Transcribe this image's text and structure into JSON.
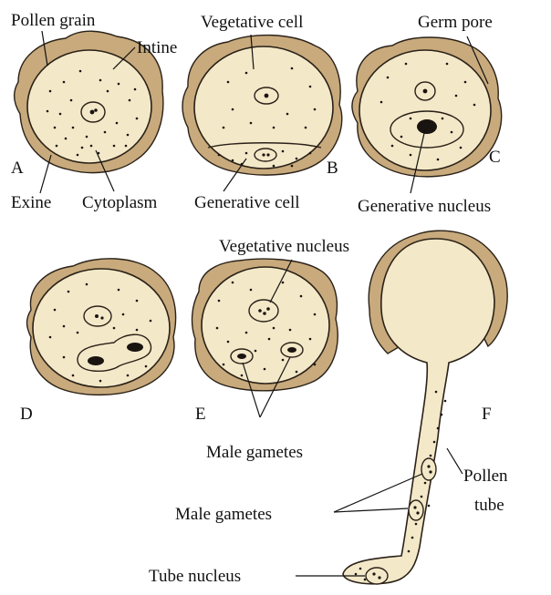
{
  "labels": {
    "pollen_grain": "Pollen grain",
    "intine": "Intine",
    "vegetative_cell": "Vegetative cell",
    "germ_pore": "Germ pore",
    "exine": "Exine",
    "cytoplasm": "Cytoplasm",
    "generative_cell": "Generative cell",
    "generative_nucleus": "Generative nucleus",
    "vegetative_nucleus": "Vegetative nucleus",
    "male_gametes_1": "Male gametes",
    "male_gametes_2": "Male gametes",
    "pollen_tube": [
      "Pollen",
      "tube"
    ],
    "tube_nucleus": "Tube nucleus"
  },
  "stages": [
    "A",
    "B",
    "C",
    "D",
    "E",
    "F"
  ],
  "colors": {
    "wall": "#c8aa7c",
    "cytoplasm": "#f3e8c8",
    "outline": "#2a2118",
    "text": "#111111"
  }
}
